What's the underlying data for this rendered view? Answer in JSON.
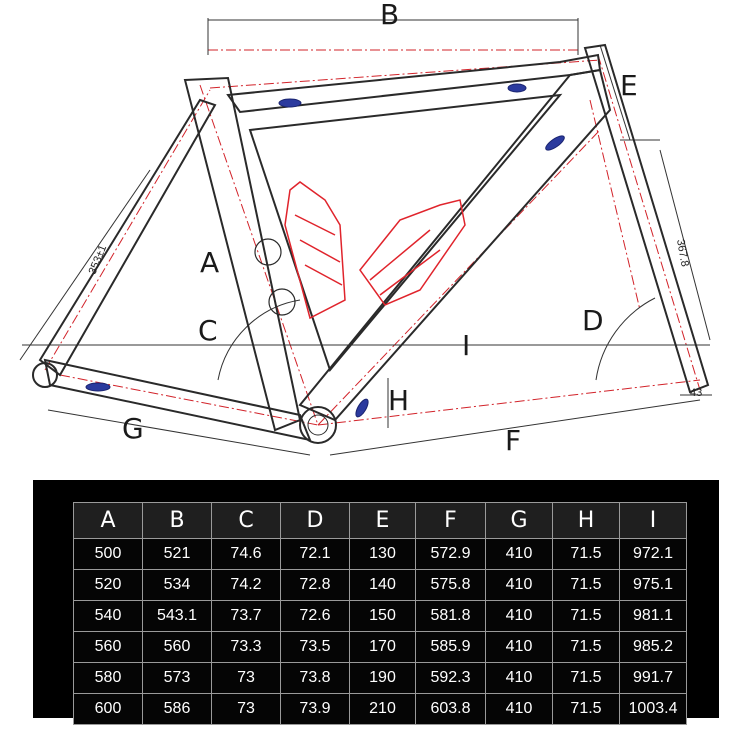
{
  "diagram": {
    "labels": {
      "A": "A",
      "B": "B",
      "C": "C",
      "D": "D",
      "E": "E",
      "F": "F",
      "G": "G",
      "H": "H",
      "I": "I"
    },
    "dimensions": {
      "seatstay": "353±1",
      "fork": "367.8",
      "offset": "43"
    }
  },
  "table": {
    "headers": [
      "A",
      "B",
      "C",
      "D",
      "E",
      "F",
      "G",
      "H",
      "I"
    ],
    "rows": [
      [
        "500",
        "521",
        "74.6",
        "72.1",
        "130",
        "572.9",
        "410",
        "71.5",
        "972.1"
      ],
      [
        "520",
        "534",
        "74.2",
        "72.8",
        "140",
        "575.8",
        "410",
        "71.5",
        "975.1"
      ],
      [
        "540",
        "543.1",
        "73.7",
        "72.6",
        "150",
        "581.8",
        "410",
        "71.5",
        "981.1"
      ],
      [
        "560",
        "560",
        "73.3",
        "73.5",
        "170",
        "585.9",
        "410",
        "71.5",
        "985.2"
      ],
      [
        "580",
        "573",
        "73",
        "73.8",
        "190",
        "592.3",
        "410",
        "71.5",
        "991.7"
      ],
      [
        "600",
        "586",
        "73",
        "73.9",
        "210",
        "603.8",
        "410",
        "71.5",
        "1003.4"
      ]
    ]
  },
  "colors": {
    "frame": "#2a2a2a",
    "centerline": "#d2232a",
    "bottle": "#e0242c",
    "fitting": "#2b3a9e",
    "panel": "#000000"
  }
}
